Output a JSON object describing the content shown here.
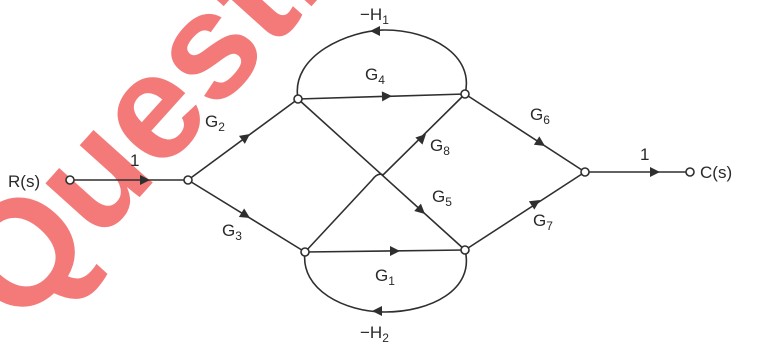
{
  "watermark": {
    "text": "Questio",
    "color": "#f25a5a"
  },
  "input_label": "R(s)",
  "output_label": "C(s)",
  "unity_gain": "1",
  "gains": {
    "G1": {
      "base": "G",
      "sub": "1"
    },
    "G2": {
      "base": "G",
      "sub": "2"
    },
    "G3": {
      "base": "G",
      "sub": "3"
    },
    "G4": {
      "base": "G",
      "sub": "4"
    },
    "G5": {
      "base": "G",
      "sub": "5"
    },
    "G6": {
      "base": "G",
      "sub": "6"
    },
    "G7": {
      "base": "G",
      "sub": "7"
    },
    "G8": {
      "base": "G",
      "sub": "8"
    }
  },
  "feedback": {
    "H1": {
      "base": "−H",
      "sub": "1"
    },
    "H2": {
      "base": "−H",
      "sub": "2"
    }
  }
}
